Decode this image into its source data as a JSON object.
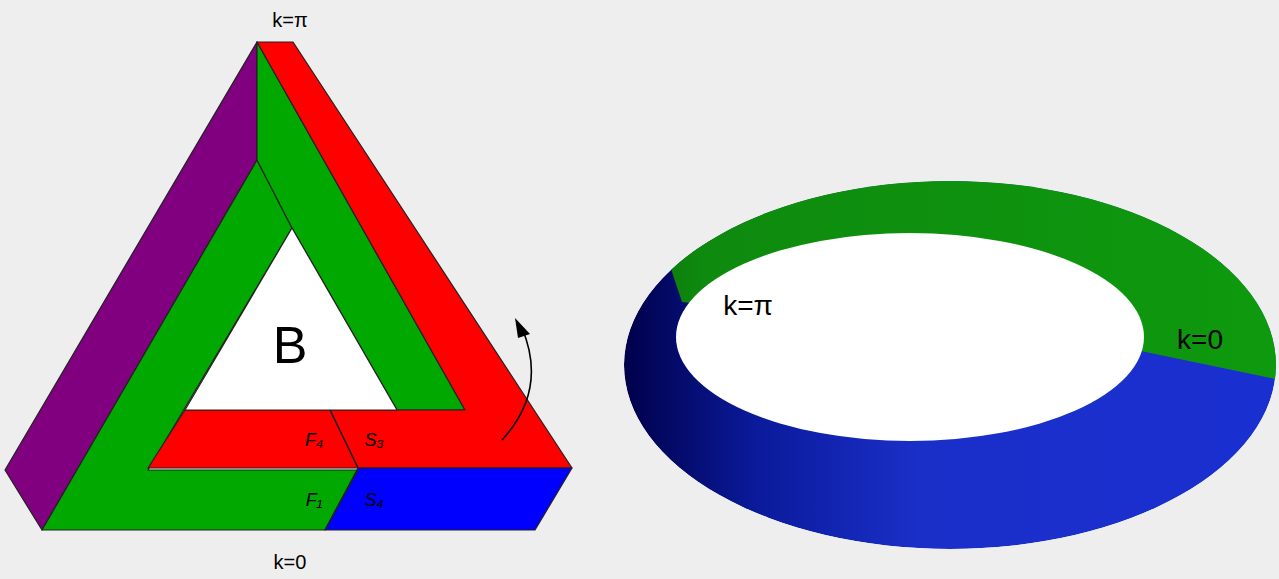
{
  "diagram": {
    "labels": [
      "k=π",
      "B",
      "F₄",
      "S₃",
      "F₁",
      "S₄",
      "k=0",
      "k=π",
      "k=0"
    ]
  }
}
